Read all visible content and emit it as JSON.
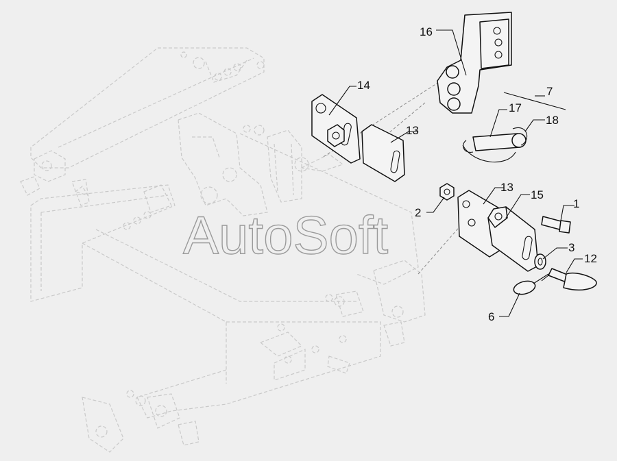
{
  "watermark": "AutoSoft",
  "callouts": [
    {
      "id": "c16",
      "text": "16"
    },
    {
      "id": "c14",
      "text": "14"
    },
    {
      "id": "c13a",
      "text": "13"
    },
    {
      "id": "c7",
      "text": "7"
    },
    {
      "id": "c17",
      "text": "17"
    },
    {
      "id": "c18",
      "text": "18"
    },
    {
      "id": "c2",
      "text": "2"
    },
    {
      "id": "c13b",
      "text": "13"
    },
    {
      "id": "c15",
      "text": "15"
    },
    {
      "id": "c1",
      "text": "1"
    },
    {
      "id": "c3",
      "text": "3"
    },
    {
      "id": "c12",
      "text": "12"
    },
    {
      "id": "c6",
      "text": "6"
    }
  ]
}
